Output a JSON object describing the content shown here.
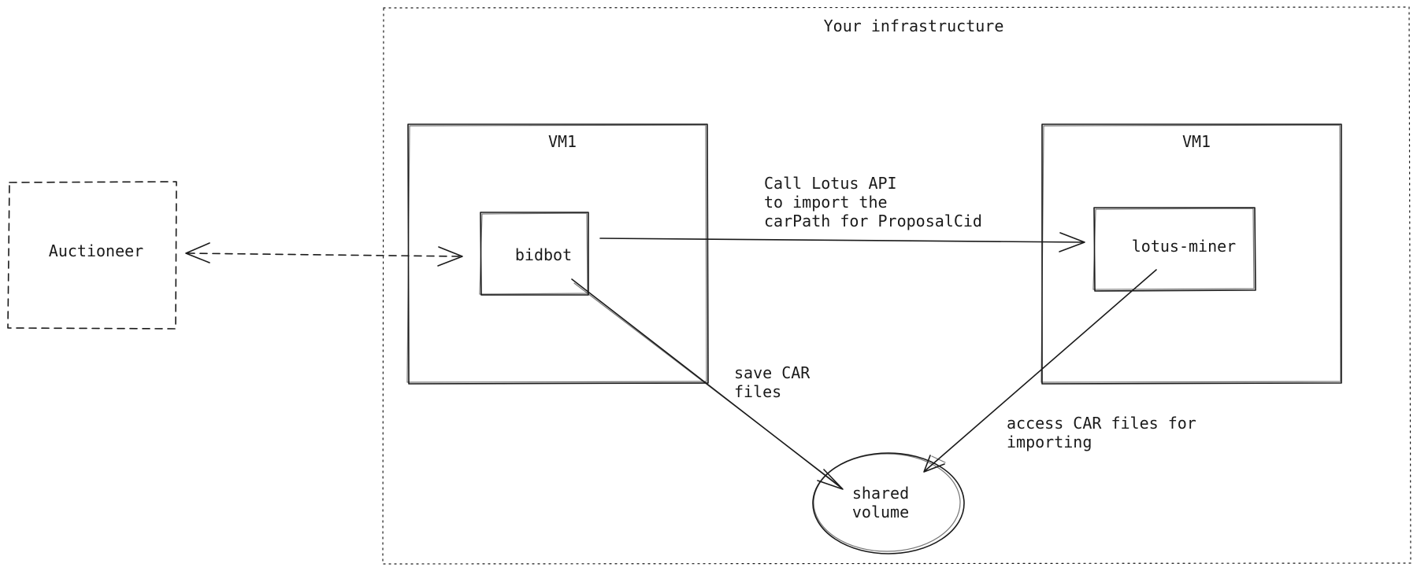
{
  "diagram": {
    "infrastructure": {
      "label": "Your infrastructure"
    },
    "auctioneer": {
      "label": "Auctioneer"
    },
    "vm_left": {
      "label": "VM1"
    },
    "vm_right": {
      "label": "VM1"
    },
    "bidbot": {
      "label": "bidbot"
    },
    "lotus_miner": {
      "label": "lotus-miner"
    },
    "shared_volume": {
      "line1": "shared",
      "line2": "volume"
    },
    "edges": {
      "lotus_api": {
        "line1": "Call Lotus API",
        "line2": "to import the",
        "line3": "carPath for ProposalCid"
      },
      "save_car": {
        "line1": "save CAR",
        "line2": "files"
      },
      "access_car": {
        "line1": "access CAR files for",
        "line2": "importing"
      }
    }
  },
  "colors": {
    "stroke": "#1a1a1a",
    "background": "#ffffff"
  }
}
